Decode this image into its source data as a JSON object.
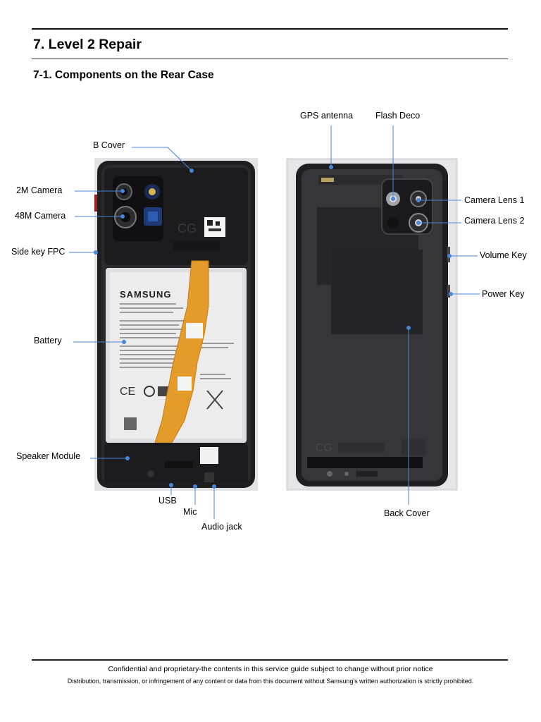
{
  "section_title": "7. Level 2 Repair",
  "subsection_title": "7-1. Components on the Rear Case",
  "left_labels": {
    "b_cover": "B Cover",
    "camera_2m": "2M Camera",
    "camera_48m": "48M Camera",
    "side_key_fpc": "Side key FPC",
    "battery": "Battery",
    "speaker_module": "Speaker Module",
    "usb": "USB",
    "mic": "Mic",
    "audio_jack": "Audio jack"
  },
  "right_labels": {
    "gps_antenna": "GPS antenna",
    "flash_deco": "Flash Deco",
    "camera_lens_1": "Camera Lens 1",
    "camera_lens_2": "Camera Lens 2",
    "volume_key": "Volume Key",
    "power_key": "Power Key",
    "back_cover": "Back Cover"
  },
  "photo_text": {
    "cg_mark": "CG",
    "battery_brand": "SAMSUNG",
    "ce_mark": "CE"
  },
  "footer": {
    "line1": "Confidential and proprietary-the contents in this service guide subject to change without prior notice",
    "line2": "Distribution, transmission, or infringement of any content or data from this document without Samsung's written authorization is strictly prohibited."
  },
  "colors": {
    "leader_line": "#4a86d8",
    "flex_cable": "#e49b2a",
    "phone_body": "#1c1c1e",
    "battery_label": "#ececec"
  }
}
